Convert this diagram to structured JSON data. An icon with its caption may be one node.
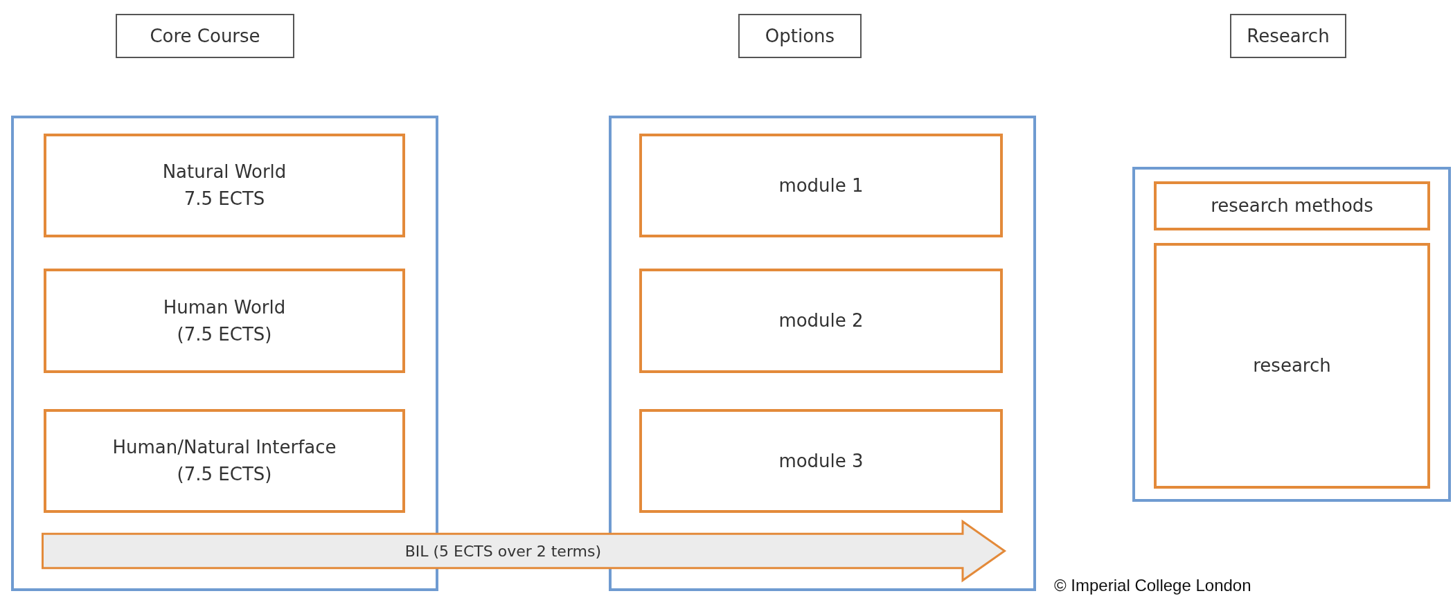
{
  "diagram": {
    "nodes": [
      {
        "text": [
          "Core Course"
        ]
      },
      {
        "text": [
          "Options"
        ]
      },
      {
        "text": [
          "Research"
        ]
      },
      {
        "text": [],
        "shape": "box"
      },
      {
        "text": [
          "Natural World 7.5 ECTS"
        ],
        "in": 3
      },
      {
        "text": [
          "Human World (7.5 ECTS)"
        ],
        "in": 3
      },
      {
        "text": [
          "Human/Natural Interface (7.5 ECTS)"
        ],
        "in": 3
      },
      {
        "text": [],
        "shape": "box"
      },
      {
        "text": [
          "module 1"
        ],
        "in": 7
      },
      {
        "text": [
          "module 2"
        ],
        "in": 7
      },
      {
        "text": [
          "module 3"
        ],
        "in": 7
      },
      {
        "text": [],
        "shape": "box"
      },
      {
        "text": [
          "research methods"
        ],
        "in": 11
      },
      {
        "text": [
          "research"
        ],
        "in": 11
      },
      {
        "text": [
          "BIL (5 ECTS over 2 terms)"
        ]
      }
    ],
    "labels": [
      "© Imperial College London"
    ]
  }
}
